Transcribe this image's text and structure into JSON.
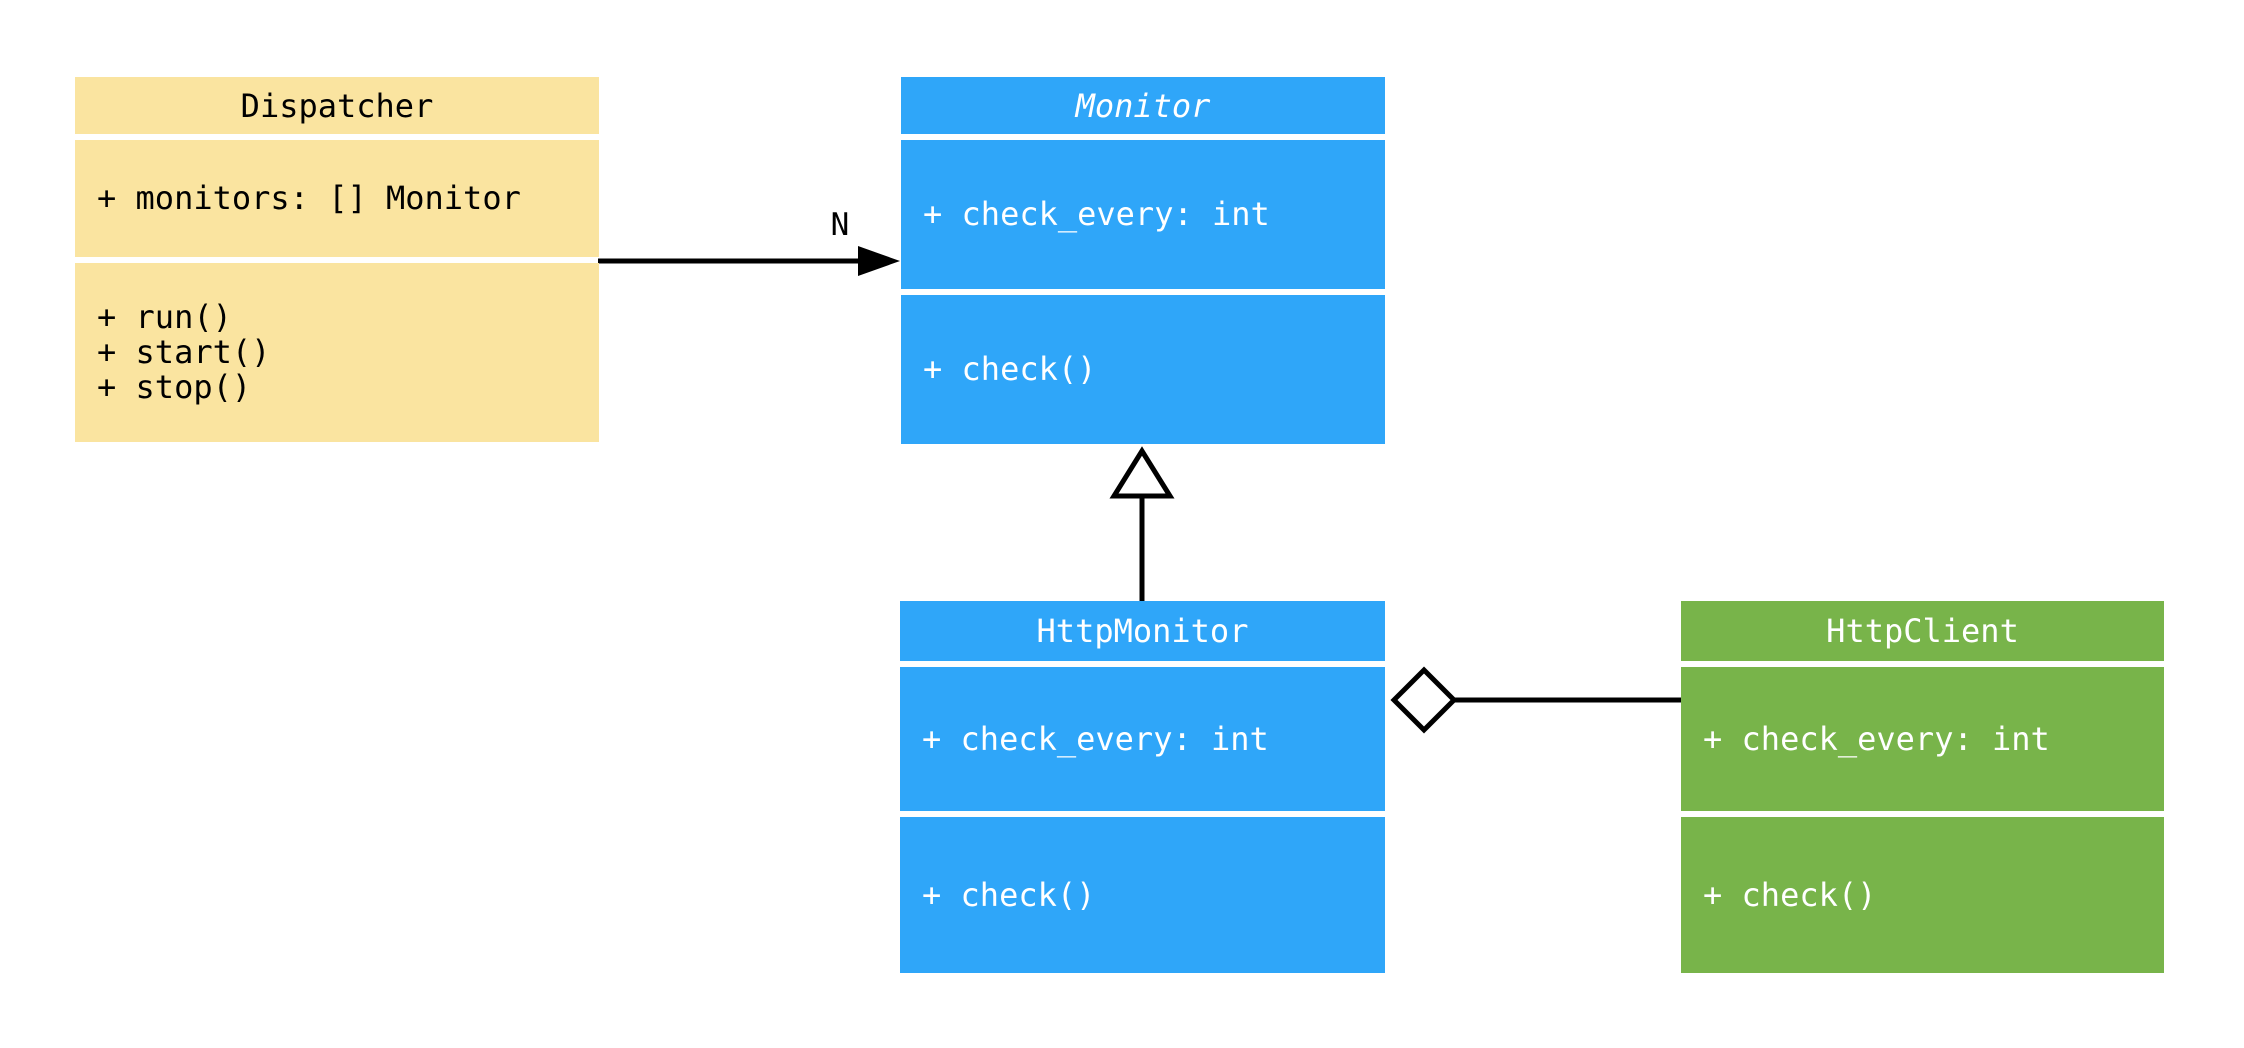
{
  "diagram_type": "uml-class-diagram",
  "background_color": "#FFFFFF",
  "line_color": "#000000",
  "classes": {
    "dispatcher": {
      "name": "Dispatcher",
      "abstract": false,
      "attributes": [
        "+ monitors: [] Monitor"
      ],
      "methods": [
        "+ run()",
        "+ start()",
        "+ stop()"
      ],
      "fill": "#FAE4A0",
      "text_color": "#000000"
    },
    "monitor": {
      "name": "Monitor",
      "abstract": true,
      "attributes": [
        "+ check_every: int"
      ],
      "methods": [
        "+ check()"
      ],
      "fill": "#2FA6F9",
      "text_color": "#FFFFFF"
    },
    "http_monitor": {
      "name": "HttpMonitor",
      "abstract": false,
      "attributes": [
        "+ check_every: int"
      ],
      "methods": [
        "+ check()"
      ],
      "fill": "#2FA6F9",
      "text_color": "#FFFFFF"
    },
    "http_client": {
      "name": "HttpClient",
      "abstract": false,
      "attributes": [
        "+ check_every: int"
      ],
      "methods": [
        "+ check()"
      ],
      "fill": "#78B44A",
      "text_color": "#FFFFFF"
    }
  },
  "relationships": {
    "association": {
      "type": "directed-association",
      "from": "Dispatcher",
      "to": "Monitor",
      "label": "N"
    },
    "inheritance": {
      "type": "generalization",
      "from": "HttpMonitor",
      "to": "Monitor"
    },
    "aggregation": {
      "type": "aggregation",
      "from": "HttpMonitor",
      "to": "HttpClient"
    }
  }
}
